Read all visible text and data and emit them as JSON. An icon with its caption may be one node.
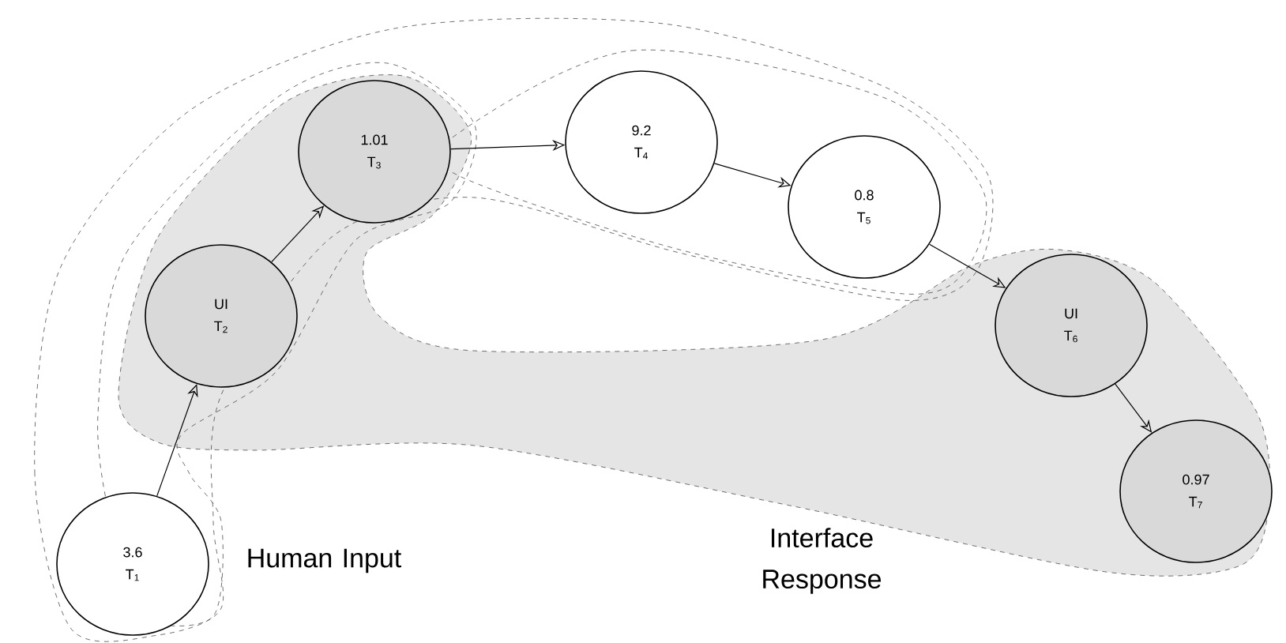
{
  "diagram": {
    "nodes": [
      {
        "text": [
          "3.6",
          "T$_{1}$"
        ]
      },
      {
        "text": [
          "UI",
          "T$_{2}$"
        ]
      },
      {
        "text": [
          "1.01",
          "T$_{3}$"
        ]
      },
      {
        "text": [
          "9.2",
          "T$_{4}$"
        ]
      },
      {
        "text": [
          "0.8",
          "T$_{5}$"
        ]
      },
      {
        "text": [
          "UI",
          "T$_{6}$"
        ]
      },
      {
        "text": [
          "0.97",
          "T$_{7}$"
        ]
      }
    ],
    "edges": [
      {
        "from": 0,
        "to": 1,
        "arrow": "to"
      },
      {
        "from": 1,
        "to": 2,
        "arrow": "to"
      },
      {
        "from": 2,
        "to": 3,
        "arrow": "to"
      },
      {
        "from": 3,
        "to": 4,
        "arrow": "to"
      },
      {
        "from": 4,
        "to": 5,
        "arrow": "to"
      },
      {
        "from": 5,
        "to": 6,
        "arrow": "to"
      }
    ],
    "labels": [
      "Human Input",
      "Interface Response"
    ]
  }
}
